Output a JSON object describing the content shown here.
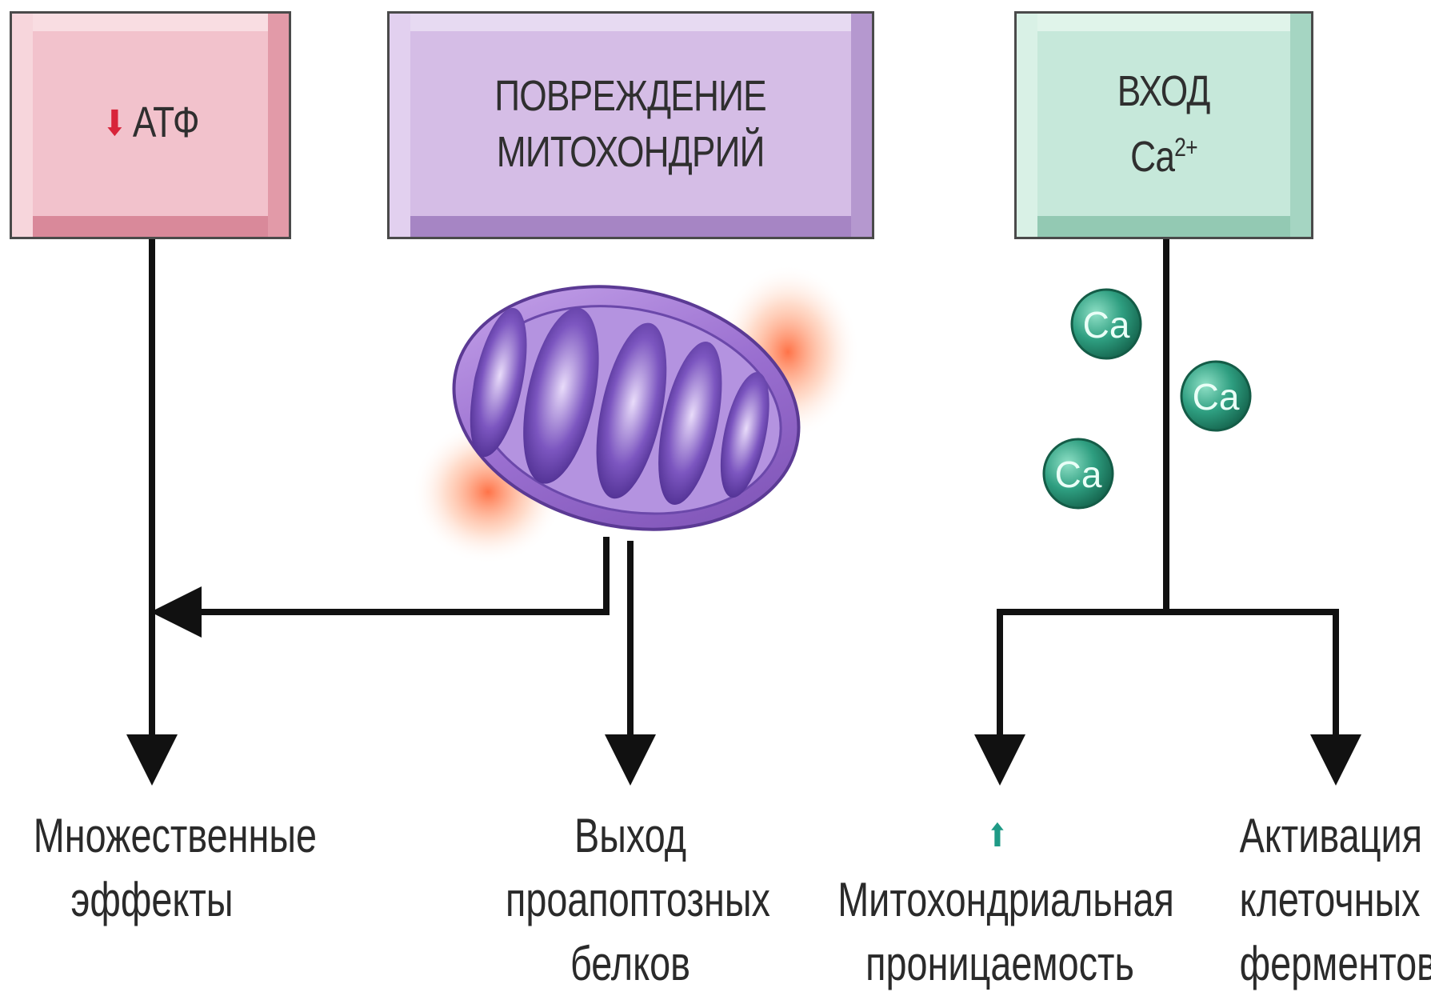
{
  "boxes": {
    "atp": {
      "label": "АТФ",
      "arrow": "down-arrow-icon",
      "color": "#f2c2cc"
    },
    "mito": {
      "line1": "ПОВРЕЖДЕНИЕ",
      "line2": "МИТОХОНДРИЙ",
      "color": "#d5bde6"
    },
    "ca": {
      "line1": "ВХОД",
      "line2_base": "Ca",
      "line2_sup": "2+",
      "color": "#c6e8da"
    }
  },
  "ions": [
    {
      "label": "Ca"
    },
    {
      "label": "Ca"
    },
    {
      "label": "Ca"
    }
  ],
  "outcomes": {
    "multiple": {
      "line1": "Множественные",
      "line2": "эффекты"
    },
    "release": {
      "line1": "Выход",
      "line2": "проапоптозных",
      "line3": "белков"
    },
    "permeability": {
      "line1": "Митохондриальная",
      "line2": "проницаемость",
      "arrow": "up-arrow-icon"
    },
    "activation": {
      "line1": "Активация",
      "line2": "клеточных",
      "line3": "ферментов"
    }
  },
  "colors": {
    "line": "#111111",
    "ion": "#2e9e80",
    "mitochondrion": "#8a5fc4",
    "glow": "#ff6a3a"
  }
}
